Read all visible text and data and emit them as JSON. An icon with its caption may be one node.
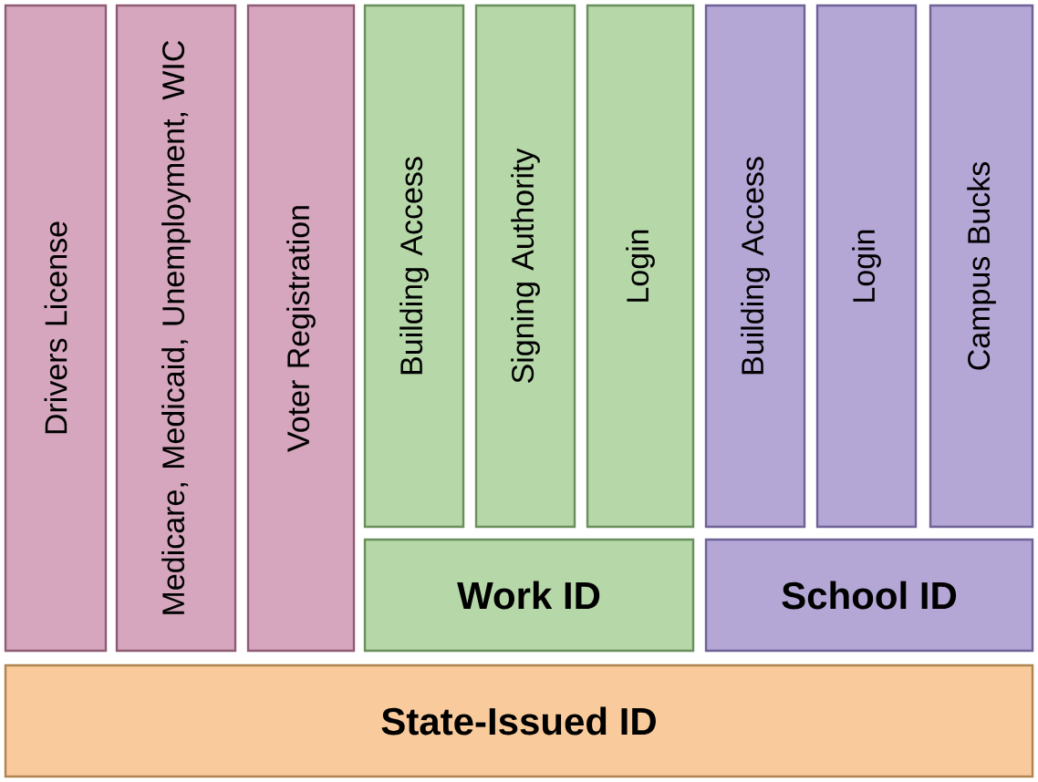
{
  "diagram": {
    "nodes": [
      {
        "text": [
          "Drivers License"
        ]
      },
      {
        "text": [
          "Medicare, Medicaid, Unemployment, WIC"
        ]
      },
      {
        "text": [
          "Voter Registration"
        ]
      },
      {
        "text": [
          "Building Access"
        ]
      },
      {
        "text": [
          "Signing Authority"
        ]
      },
      {
        "text": [
          "Login"
        ]
      },
      {
        "text": [
          "Work ID"
        ]
      },
      {
        "text": [
          "Building Access"
        ]
      },
      {
        "text": [
          "Login"
        ]
      },
      {
        "text": [
          "Campus Bucks"
        ]
      },
      {
        "text": [
          "School ID"
        ]
      },
      {
        "text": [
          "State-Issued ID"
        ]
      }
    ]
  }
}
